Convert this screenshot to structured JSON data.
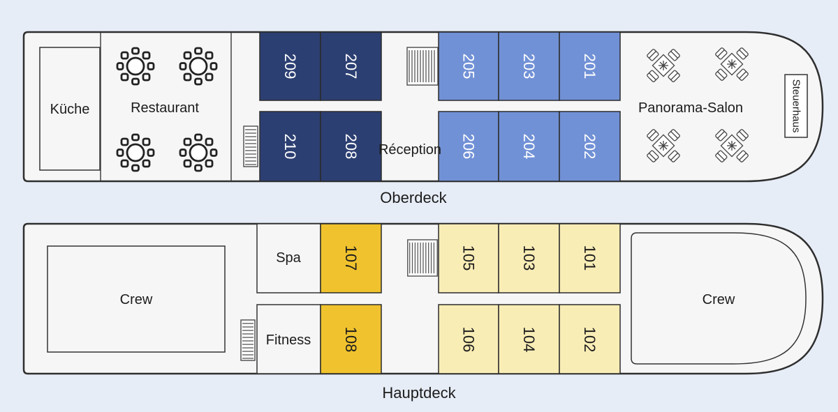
{
  "colors": {
    "background": "#e7edf7",
    "hull_fill": "#f6f6f7",
    "hull_stroke": "#333333",
    "cabin_dark_blue": "#2c3f72",
    "cabin_light_blue": "#7191d6",
    "cabin_gold": "#f0c32e",
    "cabin_cream": "#f9edb6"
  },
  "oberdeck": {
    "title": "Oberdeck",
    "kueche": "Küche",
    "restaurant": "Restaurant",
    "reception": "Réception",
    "panorama": "Panorama-Salon",
    "steuerhaus": "Steuerhaus",
    "cabins": [
      {
        "num": "209"
      },
      {
        "num": "207"
      },
      {
        "num": "205"
      },
      {
        "num": "203"
      },
      {
        "num": "201"
      },
      {
        "num": "210"
      },
      {
        "num": "208"
      },
      {
        "num": "206"
      },
      {
        "num": "204"
      },
      {
        "num": "202"
      }
    ]
  },
  "hauptdeck": {
    "title": "Hauptdeck",
    "crew_aft": "Crew",
    "crew_bow": "Crew",
    "spa": "Spa",
    "fitness": "Fitness",
    "cabins": [
      {
        "num": "107"
      },
      {
        "num": "105"
      },
      {
        "num": "103"
      },
      {
        "num": "101"
      },
      {
        "num": "108"
      },
      {
        "num": "106"
      },
      {
        "num": "104"
      },
      {
        "num": "102"
      }
    ]
  }
}
